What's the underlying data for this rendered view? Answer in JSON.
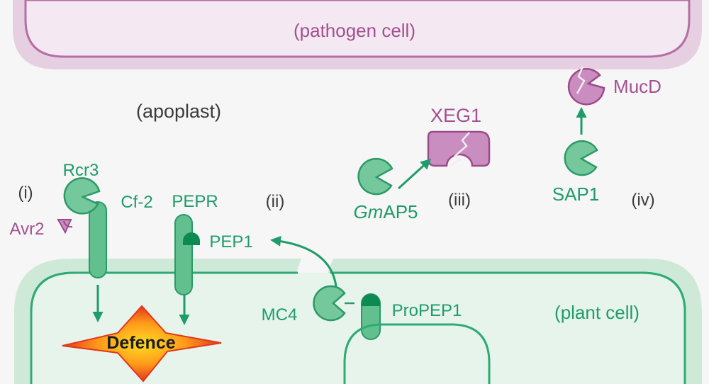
{
  "compartments": {
    "pathogen_cell": "(pathogen cell)",
    "apoplast": "(apoplast)",
    "plant_cell": "(plant cell)"
  },
  "panel_i": {
    "numeral": "(i)",
    "rcr3": "Rcr3",
    "cf2": "Cf-2",
    "avr2": "Avr2"
  },
  "panel_ii": {
    "numeral": "(ii)",
    "pepr": "PEPR",
    "pep1": "PEP1",
    "mc4": "MC4",
    "propep1": "ProPEP1"
  },
  "panel_iii": {
    "numeral": "(iii)",
    "xeg1": "XEG1",
    "gmap5_prefix": "Gm",
    "gmap5_suffix": "AP5"
  },
  "panel_iv": {
    "numeral": "(iv)",
    "sap1": "SAP1",
    "mucd": "MucD"
  },
  "outcome": {
    "defence": "Defence"
  },
  "colors": {
    "pathogen": "#c98dbf",
    "pathogen_light": "#f1e3ee",
    "plant": "#62c08e",
    "plant_light": "#e3f3e9",
    "arrow": "#1f9c69",
    "defence_outer": "#e5431f",
    "defence_inner": "#ffd21c"
  }
}
